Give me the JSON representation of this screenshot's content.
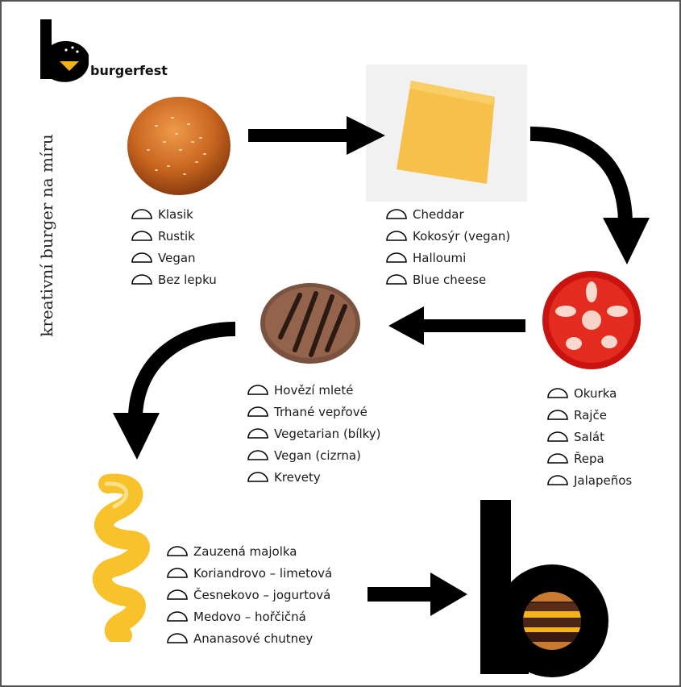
{
  "brand": {
    "name": "burgerfest"
  },
  "tagline": "kreativní burger na míru",
  "icons": {
    "logo": "burgerfest-b-logo",
    "option": "bun-dome-icon",
    "flow": "arrow-icon"
  },
  "colors": {
    "text": "#1a1a1a",
    "arrow": "#000000",
    "sauce": "#f7c22c",
    "logo_accent": "#f2b21c"
  },
  "sections": {
    "bun": {
      "image": "sesame-bun",
      "options": [
        "Klasik",
        "Rustik",
        "Vegan",
        "Bez lepku"
      ]
    },
    "cheese": {
      "image": "cheddar-slice",
      "options": [
        "Cheddar",
        "Kokosýr (vegan)",
        "Halloumi",
        "Blue cheese"
      ]
    },
    "veg": {
      "image": "tomato-slice",
      "options": [
        "Okurka",
        "Rajče",
        "Salát",
        "Řepa",
        "Jalapeños"
      ]
    },
    "patty": {
      "image": "grilled-patty",
      "options": [
        "Hovězí mleté",
        "Trhané vepřové",
        "Vegetarian (bílky)",
        "Vegan (cizrna)",
        "Krevety"
      ]
    },
    "sauce": {
      "image": "sauce-squiggle",
      "options": [
        "Zauzená majolka",
        "Koriandrovo – limetová",
        "Česnekovo – jogurtová",
        "Medovo – hořčičná",
        "Ananasové chutney"
      ]
    }
  },
  "result": {
    "image": "burger-in-letter-b"
  }
}
